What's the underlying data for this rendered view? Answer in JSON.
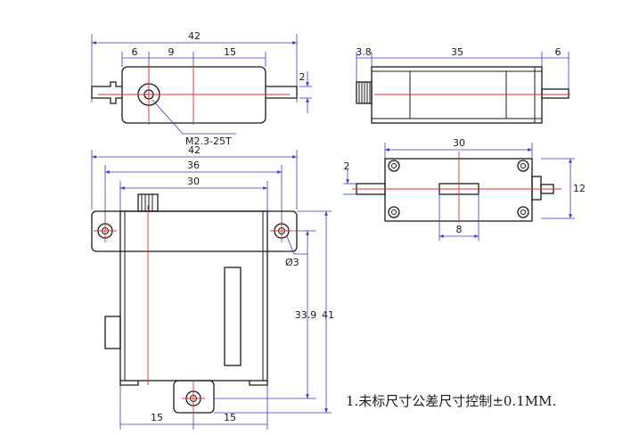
{
  "colors": {
    "outline": "#1a1a1a",
    "dimension": "#3a3ac8",
    "centerline": "#e03030"
  },
  "views": {
    "top_left": {
      "overall": "42",
      "segments": [
        "6",
        "9",
        "15"
      ],
      "tab": "2",
      "callout": "M2.3-25T"
    },
    "top_right": {
      "left": "3.8",
      "body": "35",
      "right": "6"
    },
    "side": {
      "width": "30",
      "offset": "2",
      "height": "12",
      "spline": "8"
    },
    "front": {
      "overall": "42",
      "mid": "36",
      "inner": "30",
      "hole": "Ø3",
      "hole_height": "33.9",
      "total_height": "41",
      "bottom_left": "15",
      "bottom_right": "15"
    }
  },
  "note": "1.未标尺寸公差尺寸控制±0.1MM."
}
